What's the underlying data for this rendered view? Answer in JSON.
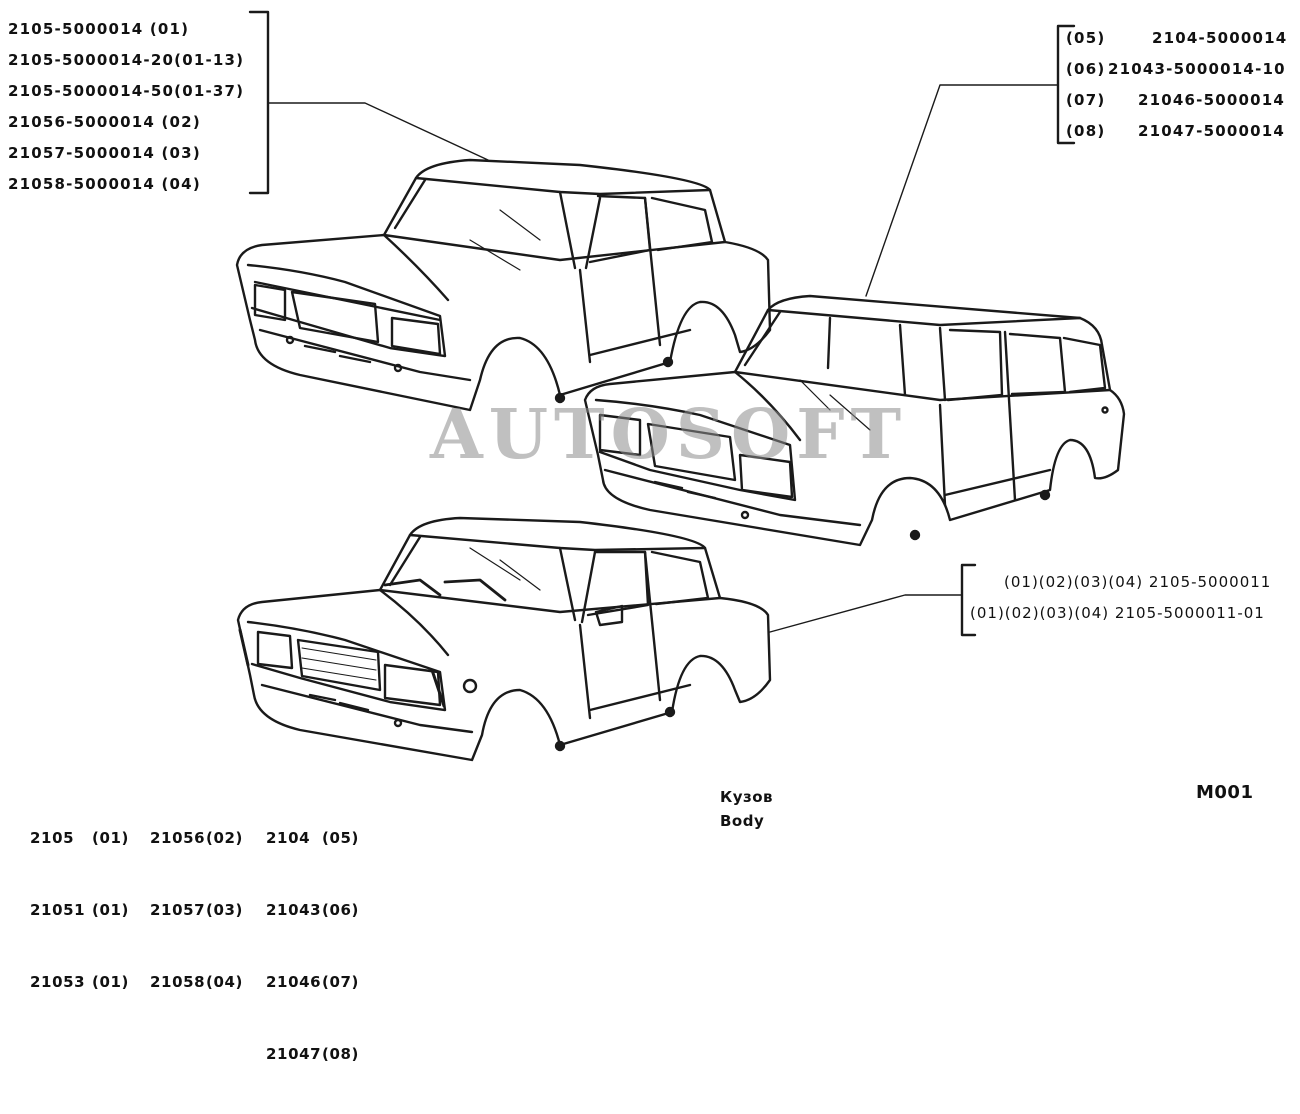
{
  "group_a": [
    "2105-5000014 (01)",
    "2105-5000014-20(01-13)",
    "2105-5000014-50(01-37)",
    "21056-5000014 (02)",
    "21057-5000014 (03)",
    "21058-5000014 (04)"
  ],
  "group_b": [
    {
      "variant": "(05)",
      "part": "2104-5000014"
    },
    {
      "variant": "(06)",
      "part": "21043-5000014-10"
    },
    {
      "variant": "(07)",
      "part": "21046-5000014"
    },
    {
      "variant": "(08)",
      "part": "21047-5000014"
    }
  ],
  "group_c": [
    "(01)(02)(03)(04) 2105-5000011",
    "(01)(02)(03)(04) 2105-5000011-01"
  ],
  "legend": {
    "col1": [
      {
        "model": "2105",
        "variant": "(01)"
      },
      {
        "model": "21051",
        "variant": "(01)"
      },
      {
        "model": "21053",
        "variant": "(01)"
      }
    ],
    "col2": [
      {
        "model": "21056",
        "variant": "(02)"
      },
      {
        "model": "21057",
        "variant": "(03)"
      },
      {
        "model": "21058",
        "variant": "(04)"
      }
    ],
    "col3": [
      {
        "model": "2104",
        "variant": "(05)"
      },
      {
        "model": "21043",
        "variant": "(06)"
      },
      {
        "model": "21046",
        "variant": "(07)"
      },
      {
        "model": "21047",
        "variant": "(08)"
      }
    ]
  },
  "caption": {
    "ru": "Кузов",
    "en": "Body"
  },
  "page_code": "M001",
  "watermark": "AUTOSOFT"
}
